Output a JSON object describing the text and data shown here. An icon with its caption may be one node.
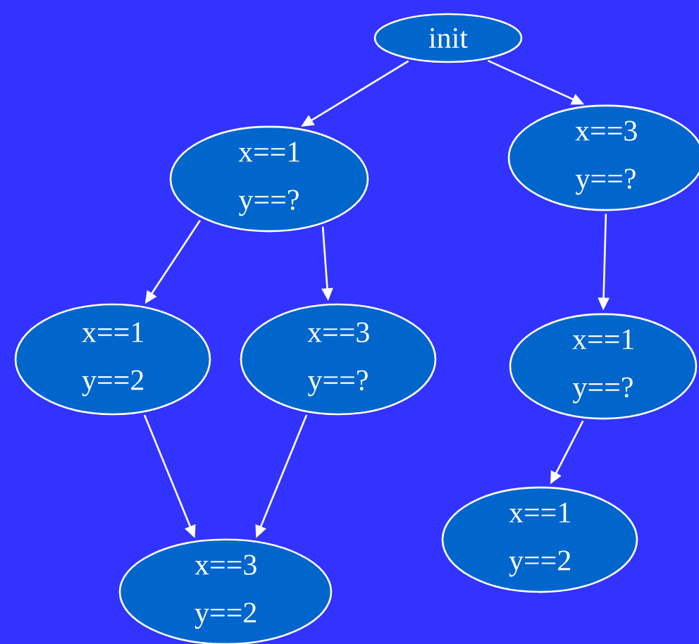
{
  "diagram": {
    "nodes": [
      {
        "text": [
          "init"
        ]
      },
      {
        "text": [
          "x==1 y==?"
        ]
      },
      {
        "text": [
          "x==3 y==?"
        ]
      },
      {
        "text": [
          "x==1 y==2"
        ]
      },
      {
        "text": [
          "x==3 y==?"
        ]
      },
      {
        "text": [
          "x==1 y==?"
        ]
      },
      {
        "text": [
          "x==3 y==2"
        ]
      },
      {
        "text": [
          "x==1 y==2"
        ]
      }
    ],
    "edges": [
      {
        "from": 0,
        "to": 1,
        "arrow": "to"
      },
      {
        "from": 0,
        "to": 2,
        "arrow": "to"
      },
      {
        "from": 1,
        "to": 3,
        "arrow": "to"
      },
      {
        "from": 1,
        "to": 4,
        "arrow": "to"
      },
      {
        "from": 2,
        "to": 5,
        "arrow": "to"
      },
      {
        "from": 5,
        "to": 7,
        "arrow": "to"
      },
      {
        "from": 3,
        "to": 6,
        "arrow": "to"
      },
      {
        "from": 4,
        "to": 6,
        "arrow": "to"
      }
    ]
  }
}
